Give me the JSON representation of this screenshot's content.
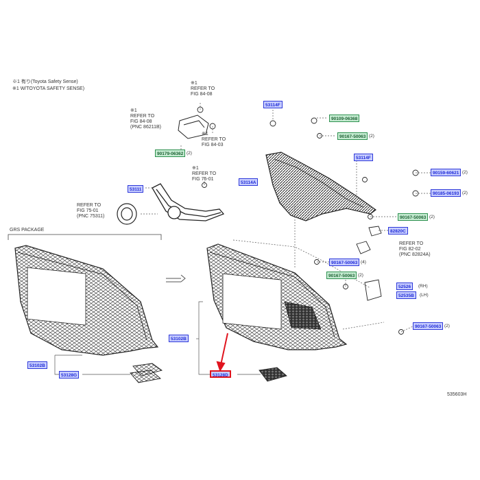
{
  "header_notes": {
    "line1": "※1 有り(Toyota Safety Sense)",
    "line2": "※1 W/TOYOTA SAFETY SENSE)"
  },
  "refs": {
    "ref_top": "※1\nREFER TO\nFIG 84-08",
    "ref_left": "※1\nREFER TO\nFIG 84-08\n(PNC 86211B)",
    "ref_right": "※1\nREFER TO\nFIG 84-03",
    "ref_center": "※1\nREFER TO\nFIG 75-01",
    "ref_emblem": "REFER TO\nFIG 75-01\n(PNC 75311)",
    "ref_sensor": "REFER TO\nFIG 82-02\n(PNC 82824A)"
  },
  "package_label": "GRS PACKAGE",
  "diagram_id": "535603H",
  "callouts": {
    "c53114F_top": "53114F",
    "c90109": "90109-06368",
    "c90167a": "90167-50063",
    "c53114F_right": "53114F",
    "c90159": "90159-60621",
    "c90185": "90185-06193",
    "c53114A": "53114A",
    "c53111": "53111",
    "c90179": "90179-06362",
    "c90167b": "90167-50063",
    "c82820": "82820C",
    "c90167c": "90167-50063",
    "c90167d": "90167-50063",
    "c52526": "52526",
    "c52535": "52535B",
    "c90167e": "90167-50063",
    "c53102B_center": "53102B",
    "c53102B_left": "53102B",
    "c53128G": "53128G",
    "c53128D": "53128D"
  },
  "quantities": {
    "q90167a": "(2)",
    "q90159": "(2)",
    "q90185": "(2)",
    "q90179": "(2)",
    "q90167b": "(2)",
    "q90167c": "(4)",
    "q90167d": "(2)",
    "q52526": "(RH)",
    "q52535": "(LH)",
    "q90167e": "(2)"
  },
  "colors": {
    "callout_fill": "#c9cfff",
    "callout_text": "#1f2bd6",
    "highlight": "#e0141e",
    "line": "#555555"
  }
}
